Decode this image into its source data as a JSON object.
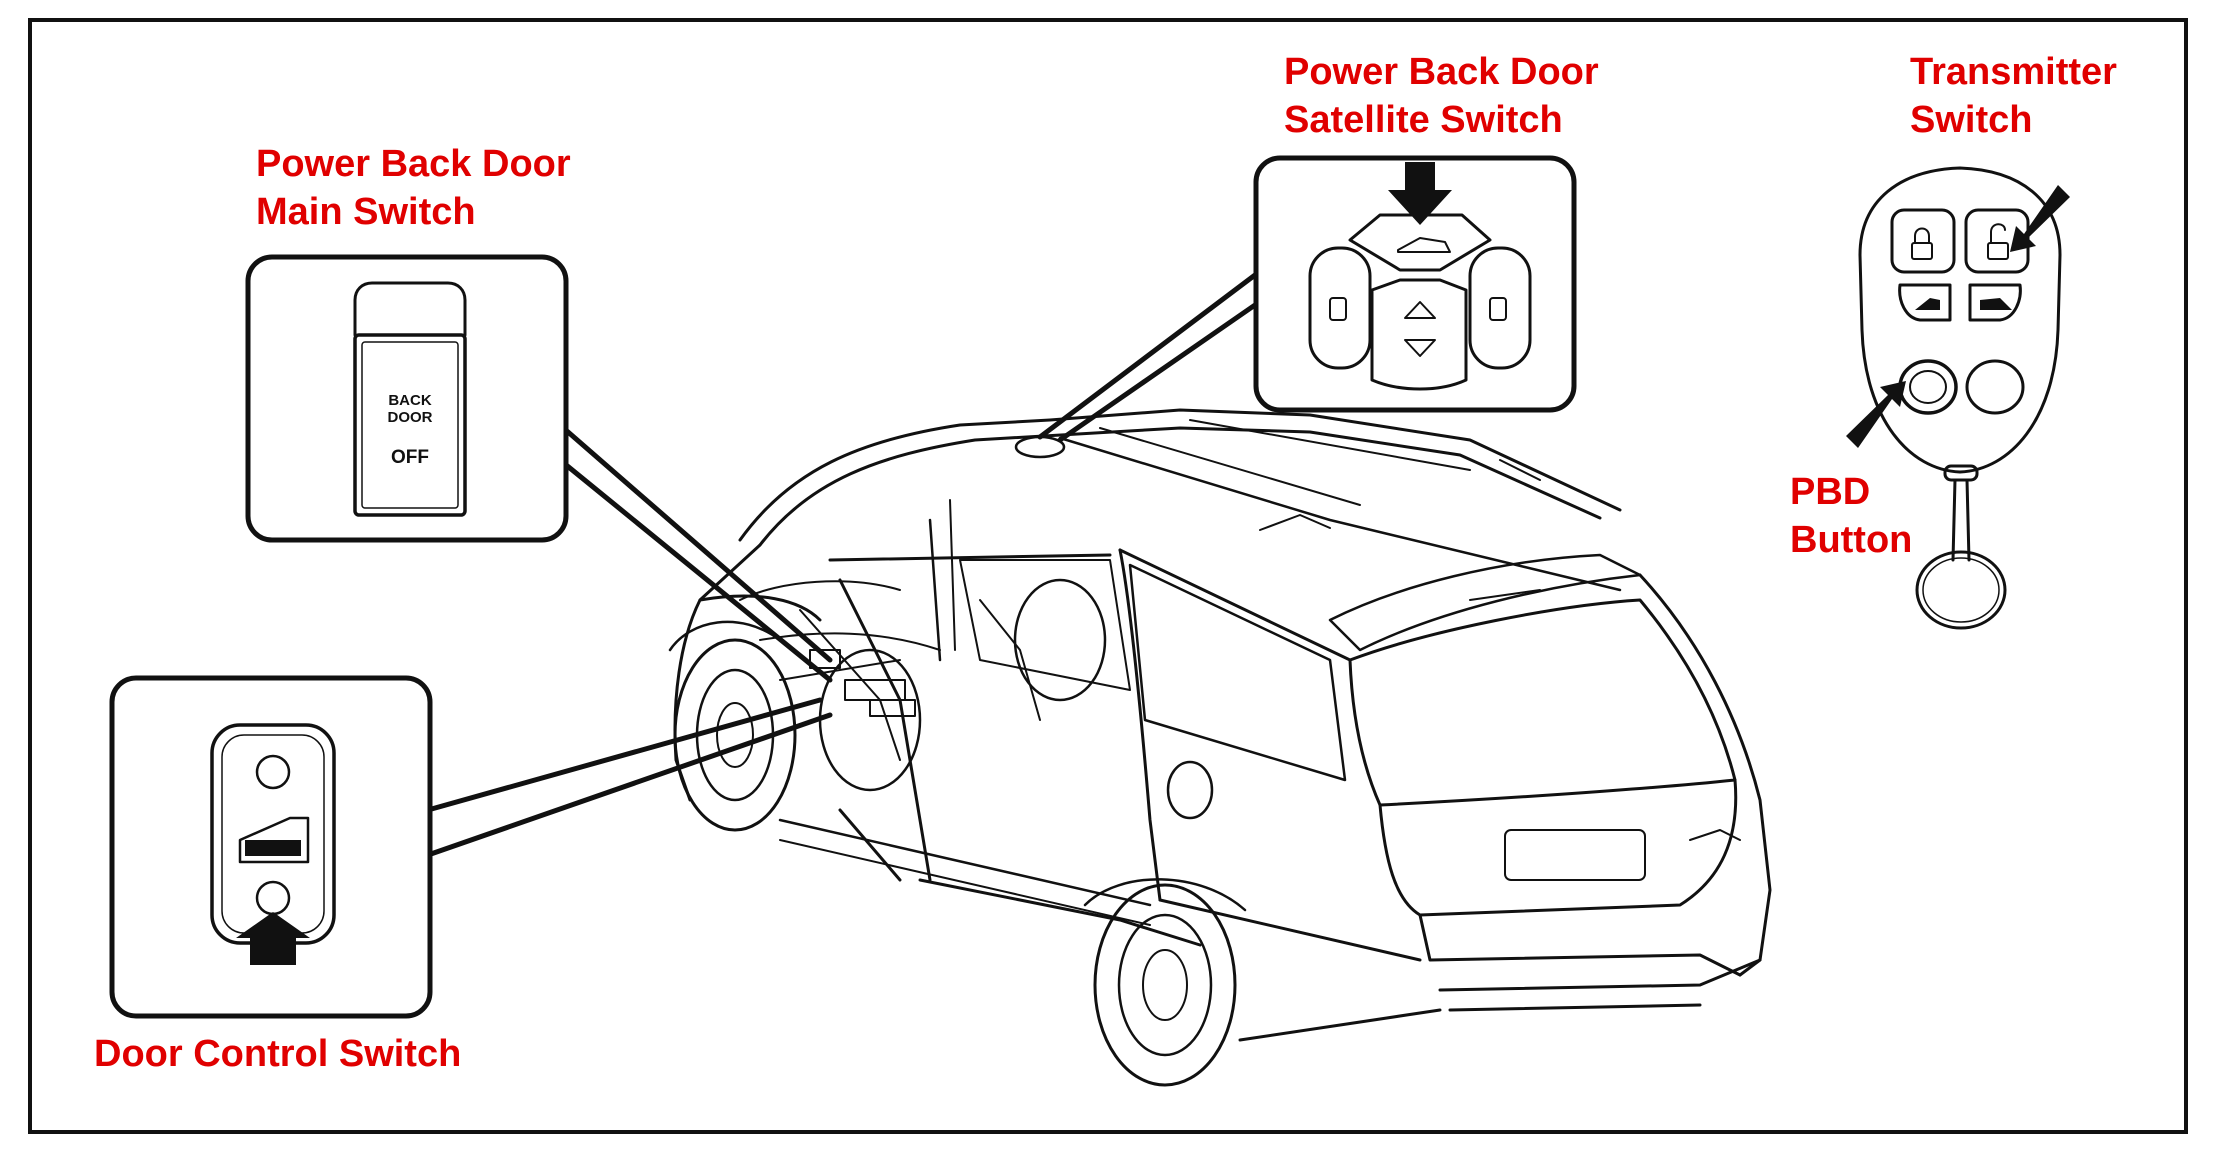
{
  "labels": {
    "main_switch": {
      "line1": "Power Back Door",
      "line2": "Main Switch"
    },
    "satellite_switch": {
      "line1": "Power Back Door",
      "line2": "Satellite Switch"
    },
    "transmitter_switch": {
      "line1": "Transmitter",
      "line2": "Switch"
    },
    "pbd_button": {
      "line1": "PBD",
      "line2": "Button"
    },
    "door_control_switch": {
      "line1": "Door Control Switch"
    }
  },
  "main_switch_face": {
    "line1": "BACK",
    "line2": "DOOR",
    "line3": "OFF"
  },
  "colors": {
    "label": "#e00000",
    "line": "#111111",
    "background": "#ffffff"
  },
  "icons": [
    "arrow-icon",
    "lock-icon",
    "unlock-icon",
    "key-ring-icon",
    "minivan-illustration"
  ]
}
